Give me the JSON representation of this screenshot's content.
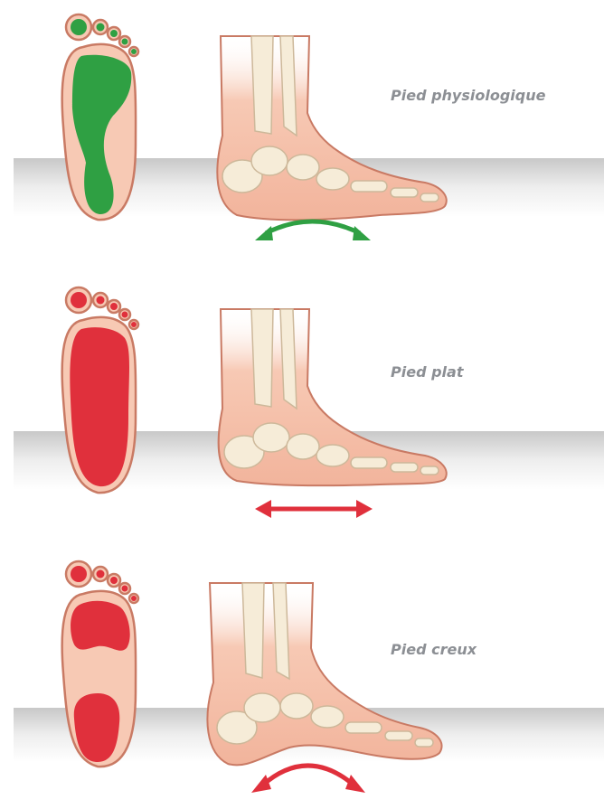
{
  "rows": [
    {
      "caption": "Pied physiologique",
      "type": "normal",
      "color": "#2fa043",
      "arch": "curved"
    },
    {
      "caption": "Pied plat",
      "type": "flat",
      "color": "#e0303c",
      "arch": "flat"
    },
    {
      "caption": "Pied creux",
      "type": "high-arch",
      "color": "#e0303c",
      "arch": "curved"
    }
  ],
  "colors": {
    "skin": "#f7c9b4",
    "skin_outline": "#c97a64",
    "bone": "#f6ecd8",
    "bone_outline": "#cdb89a",
    "floor": "#d9d9d9"
  }
}
